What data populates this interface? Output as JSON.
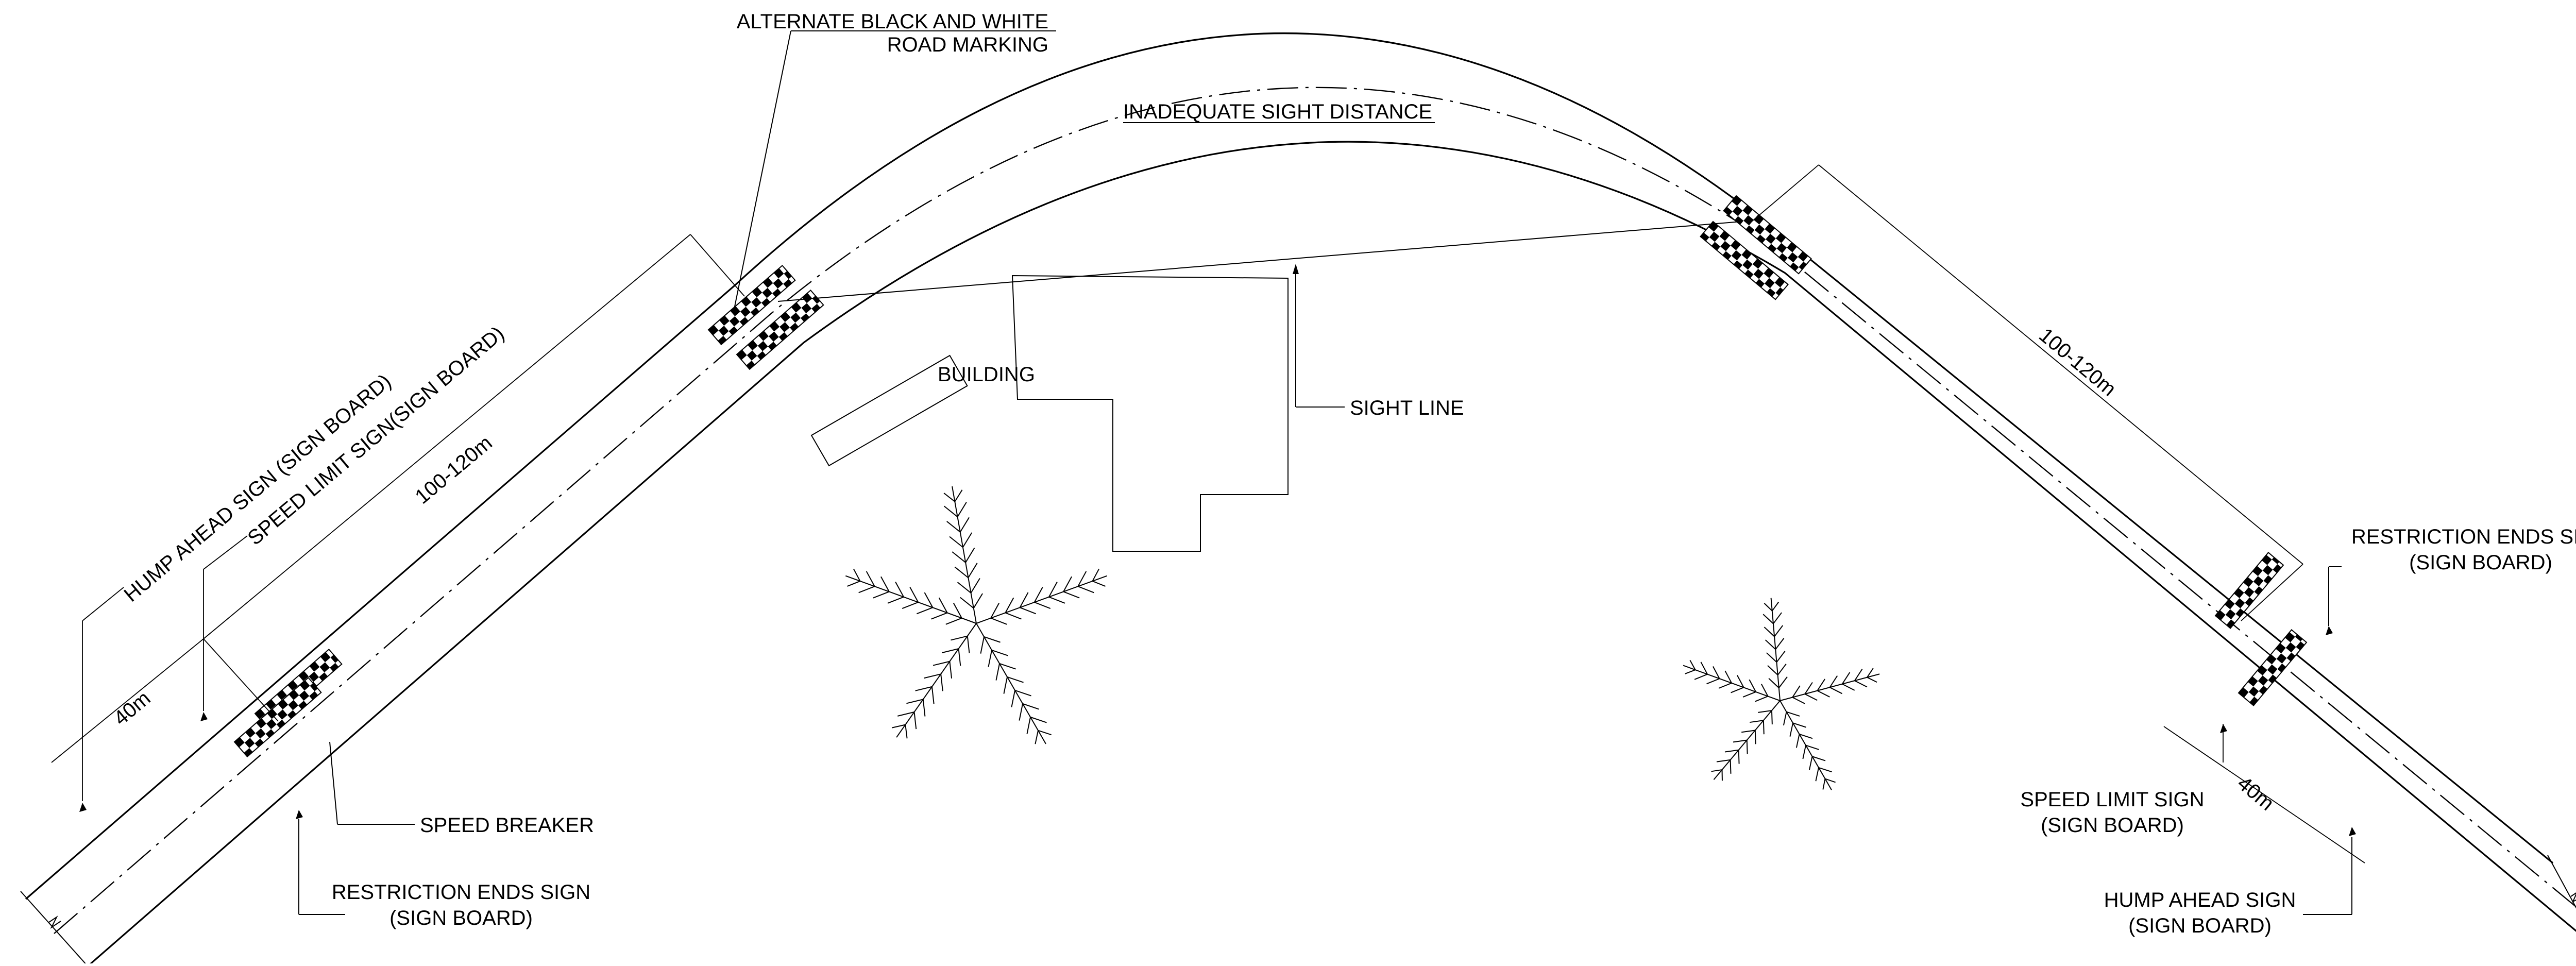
{
  "labels": {
    "marking_line1": "ALTERNATE BLACK AND WHITE",
    "marking_line2": "ROAD MARKING",
    "inadequate_sight": "INADEQUATE SIGHT DISTANCE",
    "building": "BUILDING",
    "sight_line": "SIGHT LINE",
    "speed_breaker": "SPEED BREAKER",
    "restriction_ends_left_line1": "RESTRICTION ENDS SIGN",
    "restriction_ends_left_line2": "(SIGN BOARD)",
    "restriction_ends_right_line1": "RESTRICTION ENDS SIGN",
    "restriction_ends_right_line2": "(SIGN BOARD)",
    "hump_ahead_left": "HUMP AHEAD SIGN (SIGN BOARD)",
    "speed_limit_left": "SPEED LIMIT SIGN(SIGN BOARD)",
    "dim_100_120_left": "100-120m",
    "dim_40_left": "40m",
    "dim_100_120_right": "100-120m",
    "dim_40_right": "40m",
    "speed_limit_right_line1": "SPEED LIMIT SIGN",
    "speed_limit_right_line2": "(SIGN BOARD)",
    "hump_ahead_right_line1": "HUMP AHEAD SIGN",
    "hump_ahead_right_line2": "(SIGN BOARD)"
  }
}
